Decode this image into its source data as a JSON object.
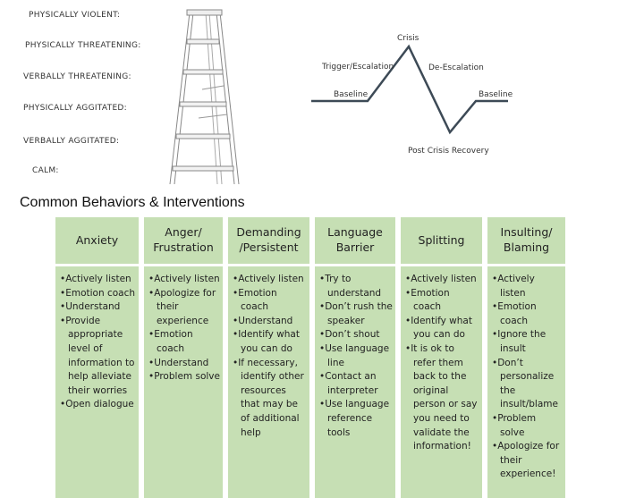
{
  "levels": [
    "PHYSICALLY VIOLENT:",
    "PHYSICALLY THREATENING:",
    "VERBALLY THREATENING:",
    "PHYSICALLY AGGITATED:",
    "VERBALLY AGGITATED:",
    "CALM:"
  ],
  "crisis_curve": {
    "crisis": "Crisis",
    "trigger": "Trigger/Escalation",
    "deescalation": "De-Escalation",
    "baseline_left": "Baseline",
    "baseline_right": "Baseline",
    "recovery": "Post Crisis Recovery"
  },
  "section_title": "Common Behaviors & Interventions",
  "columns": [
    {
      "header": "Anxiety",
      "items": [
        "Actively listen",
        "Emotion coach",
        "Understand",
        "Provide appropriate level of information to help alleviate their worries",
        "Open dialogue"
      ]
    },
    {
      "header": "Anger/ Frustration",
      "items": [
        "Actively listen",
        "Apologize for their experience",
        "Emotion coach",
        "Understand",
        "Problem solve"
      ]
    },
    {
      "header": "Demanding /Persistent",
      "items": [
        "Actively listen",
        "Emotion coach",
        "Understand",
        "Identify what you can do",
        "If necessary, identify other resources that may be of additional help"
      ]
    },
    {
      "header": "Language Barrier",
      "items": [
        "Try to understand",
        "Don’t rush the speaker",
        "Don’t shout",
        "Use language line",
        "Contact an interpreter",
        "Use language reference tools"
      ]
    },
    {
      "header": "Splitting",
      "items": [
        "Actively listen",
        "Emotion coach",
        "Identify what you can do",
        "It is ok to refer them back to the original person or say you need to validate the information!"
      ]
    },
    {
      "header": "Insulting/ Blaming",
      "items": [
        "Actively listen",
        "Emotion coach",
        "Ignore the insult",
        "Don’t personalize the insult/blame",
        "Problem solve",
        "Apologize for their experience!"
      ]
    }
  ],
  "colors": {
    "box_fill": "#c6dfb4",
    "curve_stroke": "#3d4a56"
  }
}
